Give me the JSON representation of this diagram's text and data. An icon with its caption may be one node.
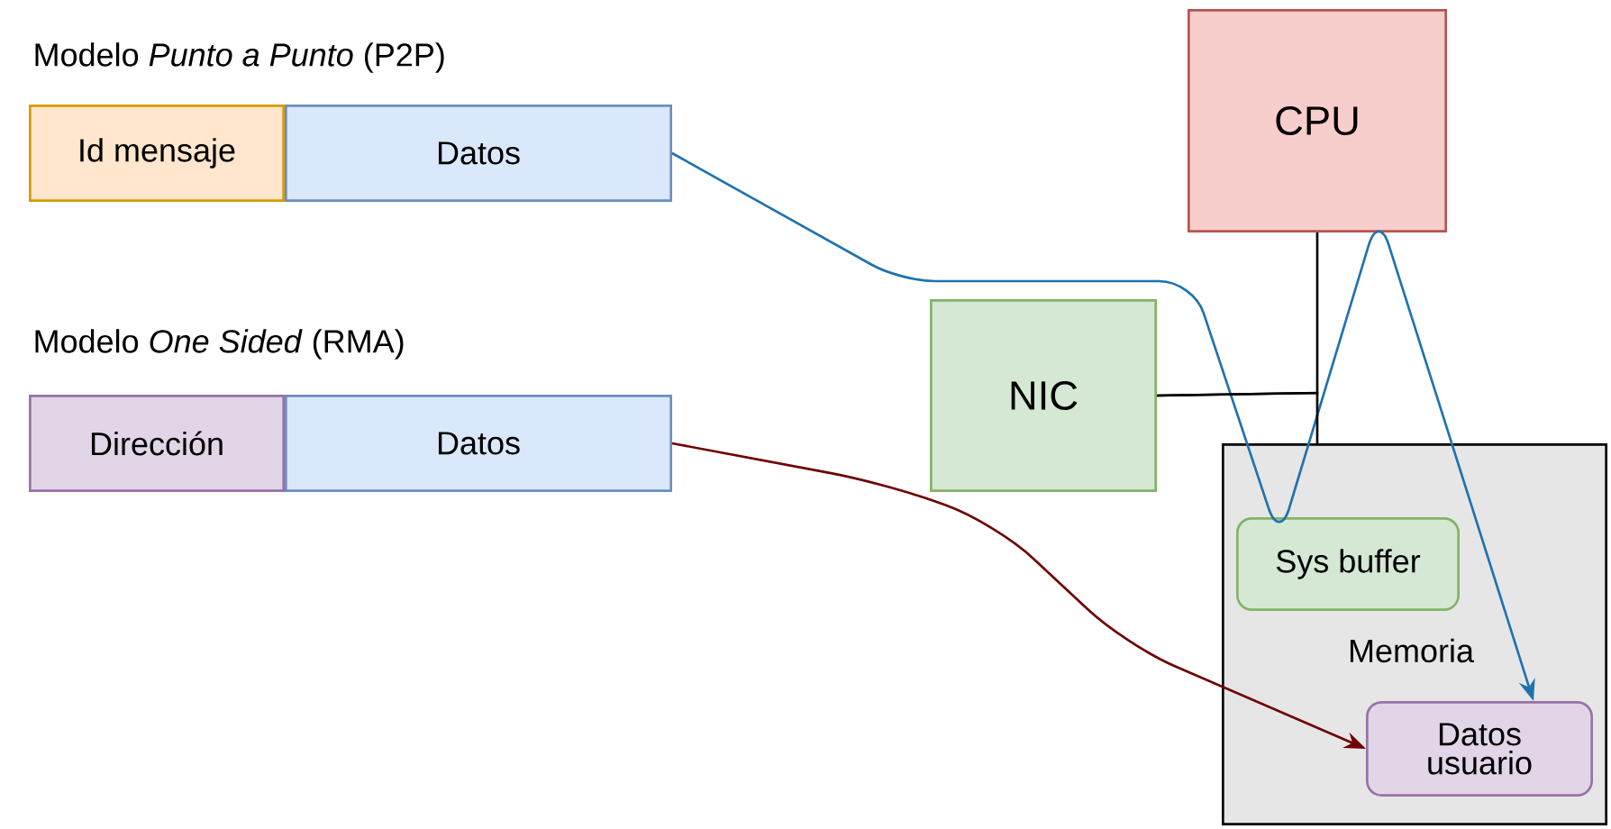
{
  "diagram": {
    "nodes": [
      {
        "text": [
          "Id mensaje"
        ]
      },
      {
        "text": [
          "Datos"
        ]
      },
      {
        "text": [
          "Dirección"
        ]
      },
      {
        "text": [
          "Datos"
        ]
      },
      {
        "text": [
          "CPU"
        ]
      },
      {
        "text": [
          "NIC"
        ]
      },
      {
        "text": [
          "Memoria"
        ]
      },
      {
        "text": [
          "Sys buffer"
        ],
        "in": 6
      },
      {
        "text": [
          "Datos usuario"
        ],
        "in": 6
      }
    ],
    "edges": [
      {
        "from": 1,
        "to": 8,
        "arrow": "to",
        "color": "#1f72b0"
      },
      {
        "from": 3,
        "to": 8,
        "arrow": "to",
        "color": "#6f0000"
      },
      {
        "from": 5,
        "to": 4,
        "arrow": "none"
      },
      {
        "from": 5,
        "to": 6,
        "arrow": "none"
      }
    ],
    "labels": [
      "Modelo *Punto a Punto* (P2P)",
      "Modelo *One Sided* (RMA)"
    ]
  }
}
